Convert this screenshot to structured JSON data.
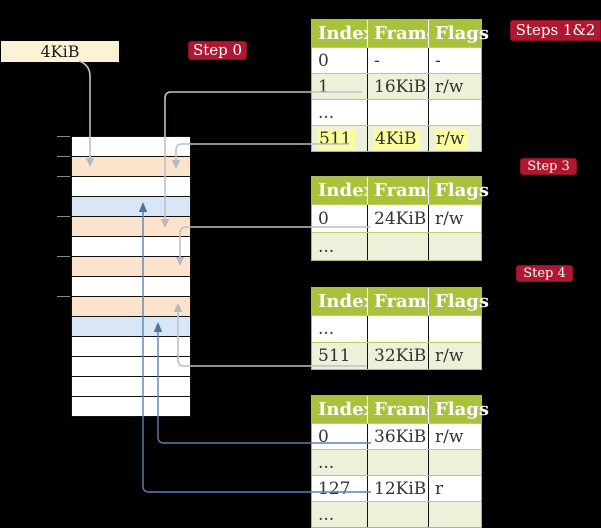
{
  "labels": {
    "page_size_box": "4KiB",
    "step0": "Step 0",
    "steps12": "Steps 1&2",
    "step3": "Step 3",
    "step4": "Step 4"
  },
  "colors": {
    "background": "#000000",
    "badge_red": "#b01731",
    "header_green": "#a8c23c",
    "row_green": "#edf1da",
    "highlight_yellow": "#fdfd9d",
    "memory_peach": "#fce4cc",
    "memory_blue": "#d9e6f6",
    "box_cream": "#fdf3d4",
    "arrow_gray": "#bcc2ca",
    "arrow_blue": "#5d80b2"
  },
  "memory": {
    "rows": [
      "white",
      "peach",
      "white",
      "blue",
      "peach",
      "white",
      "peach",
      "white",
      "peach",
      "blue",
      "white",
      "white",
      "white",
      "white"
    ]
  },
  "page_tables": [
    {
      "headers": [
        "Index",
        "Frame",
        "Flags"
      ],
      "rows": [
        {
          "cells": [
            "0",
            "-",
            "-"
          ]
        },
        {
          "cells": [
            "1",
            "16KiB",
            "r/w"
          ]
        },
        {
          "cells": [
            "...",
            "",
            ""
          ]
        },
        {
          "cells": [
            "511",
            "4KiB",
            "r/w"
          ],
          "highlight": true
        }
      ]
    },
    {
      "headers": [
        "Index",
        "Frame",
        "Flags"
      ],
      "rows": [
        {
          "cells": [
            "0",
            "24KiB",
            "r/w"
          ]
        },
        {
          "cells": [
            "...",
            "",
            ""
          ]
        }
      ]
    },
    {
      "headers": [
        "Index",
        "Frame",
        "Flags"
      ],
      "rows": [
        {
          "cells": [
            "...",
            "",
            ""
          ]
        },
        {
          "cells": [
            "511",
            "32KiB",
            "r/w"
          ]
        }
      ]
    },
    {
      "headers": [
        "Index",
        "Frame",
        "Flags"
      ],
      "rows": [
        {
          "cells": [
            "0",
            "36KiB",
            "r/w"
          ]
        },
        {
          "cells": [
            "...",
            "",
            ""
          ]
        },
        {
          "cells": [
            "127",
            "12KiB",
            "r"
          ]
        },
        {
          "cells": [
            "...",
            "",
            ""
          ]
        }
      ]
    }
  ]
}
